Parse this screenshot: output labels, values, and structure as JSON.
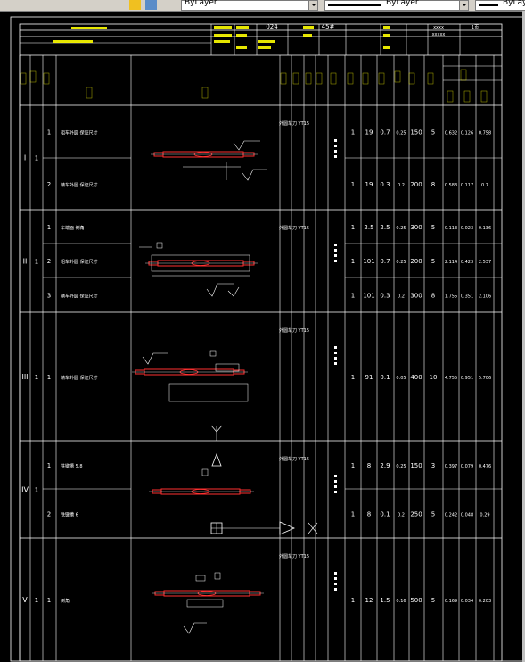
{
  "toolbar": {
    "layer_combo_1": "ByLayer",
    "layer_combo_2": "ByLayer",
    "layer_combo_3": "ByLay"
  },
  "title_block": {
    "cell_num": "024",
    "cell_code": "45#",
    "cell_xxxx_1": "xxxx",
    "cell_xxxx_2": "xxxxx",
    "cell_sheet": "1页"
  },
  "colors": {
    "background": "#000000",
    "lines": "#ffffff",
    "part": "#ff3030",
    "annotation": "#ffff00"
  },
  "operations": [
    {
      "roman": "I",
      "seq": "1",
      "steps": [
        {
          "step": "1",
          "content": "粗车外圆 保证尺寸",
          "tool": "外圆车刀 YT15",
          "passes": "1",
          "dia": "19",
          "depth": "0.7",
          "feed": "0.25",
          "speed": "150",
          "rpm": "5",
          "t1": "0.632",
          "t2": "0.126",
          "t3": "0.758"
        },
        {
          "step": "2",
          "content": "精车外圆 保证尺寸",
          "tool": "",
          "passes": "1",
          "dia": "19",
          "depth": "0.3",
          "feed": "0.2",
          "speed": "200",
          "rpm": "8",
          "t1": "0.583",
          "t2": "0.117",
          "t3": "0.7"
        }
      ]
    },
    {
      "roman": "II",
      "seq": "1",
      "steps": [
        {
          "step": "1",
          "content": "车端面 倒角",
          "tool": "外圆车刀 YT15",
          "passes": "1",
          "dia": "2.5",
          "depth": "2.5",
          "feed": "0.25",
          "speed": "300",
          "rpm": "5",
          "t1": "0.113",
          "t2": "0.023",
          "t3": "0.136"
        },
        {
          "step": "2",
          "content": "粗车外圆 保证尺寸",
          "tool": "",
          "passes": "1",
          "dia": "101",
          "depth": "0.7",
          "feed": "0.25",
          "speed": "200",
          "rpm": "5",
          "t1": "2.114",
          "t2": "0.423",
          "t3": "2.537"
        },
        {
          "step": "3",
          "content": "精车外圆 保证尺寸",
          "tool": "",
          "passes": "1",
          "dia": "101",
          "depth": "0.3",
          "feed": "0.2",
          "speed": "300",
          "rpm": "8",
          "t1": "1.755",
          "t2": "0.351",
          "t3": "2.106"
        }
      ]
    },
    {
      "roman": "III",
      "seq": "1",
      "steps": [
        {
          "step": "1",
          "content": "精车外圆 保证尺寸",
          "tool": "外圆车刀 YT15",
          "passes": "1",
          "dia": "91",
          "depth": "0.1",
          "feed": "0.05",
          "speed": "400",
          "rpm": "10",
          "t1": "4.755",
          "t2": "0.951",
          "t3": "5.706"
        }
      ]
    },
    {
      "roman": "IV",
      "seq": "1",
      "steps": [
        {
          "step": "1",
          "content": "铣键槽 5.8",
          "tool": "外圆车刀 YT15",
          "passes": "1",
          "dia": "8",
          "depth": "2.9",
          "feed": "0.25",
          "speed": "150",
          "rpm": "3",
          "t1": "0.397",
          "t2": "0.079",
          "t3": "0.476"
        },
        {
          "step": "2",
          "content": "铣键槽 6",
          "tool": "",
          "passes": "1",
          "dia": "8",
          "depth": "0.1",
          "feed": "0.2",
          "speed": "250",
          "rpm": "5",
          "t1": "0.242",
          "t2": "0.048",
          "t3": "0.29"
        }
      ]
    },
    {
      "roman": "V",
      "seq": "1",
      "steps": [
        {
          "step": "1",
          "content": "倒角",
          "tool": "外圆车刀 YT15",
          "passes": "1",
          "dia": "12",
          "depth": "1.5",
          "feed": "0.16",
          "speed": "500",
          "rpm": "5",
          "t1": "0.169",
          "t2": "0.034",
          "t3": "0.203"
        }
      ]
    }
  ]
}
